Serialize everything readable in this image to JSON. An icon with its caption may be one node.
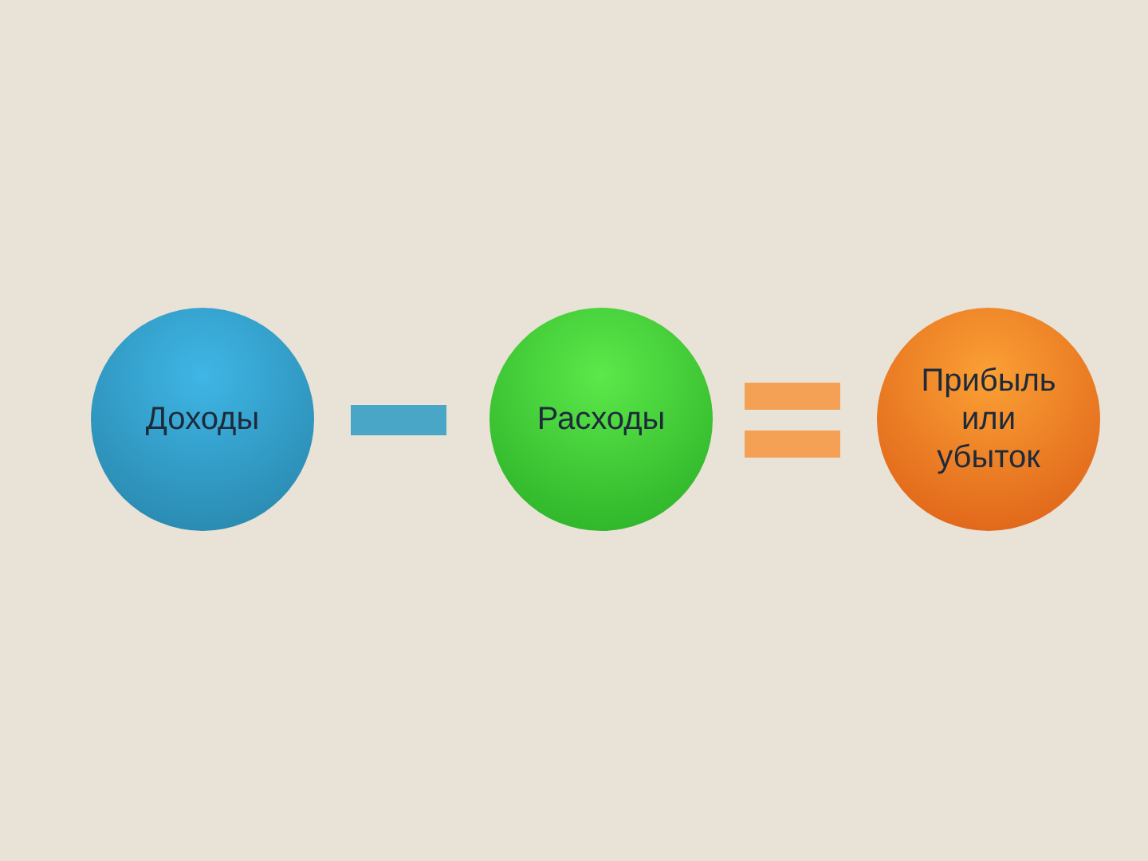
{
  "diagram": {
    "nodes": [
      {
        "text": [
          "Доходы"
        ]
      },
      {
        "text": [
          "Расходы"
        ]
      },
      {
        "text": [
          "Прибыль или убыток"
        ]
      }
    ]
  }
}
